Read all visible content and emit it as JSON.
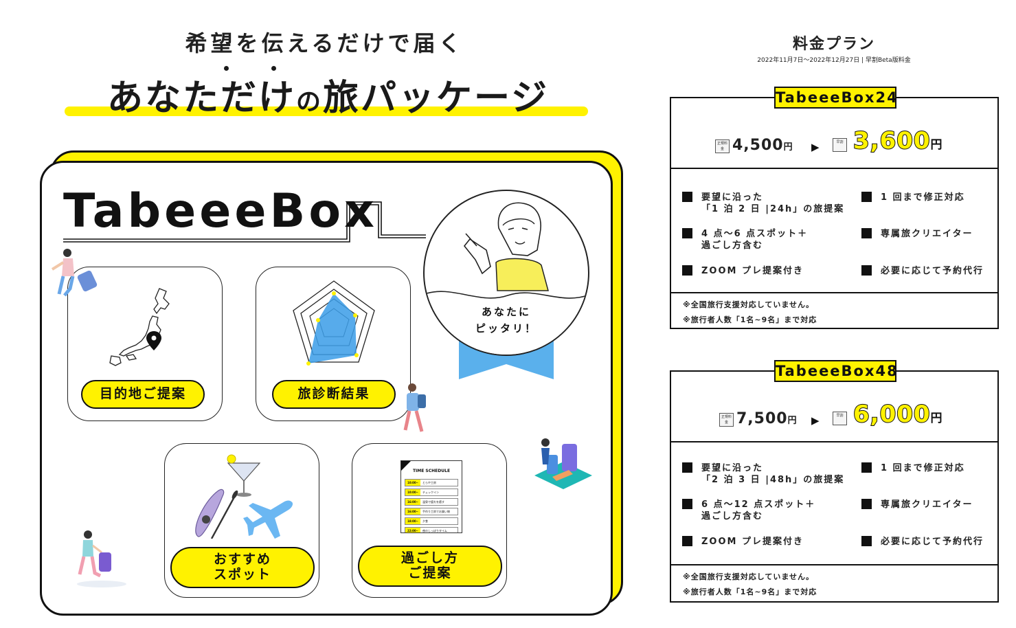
{
  "hero": {
    "subtitle": "希望を伝えるだけで届く",
    "title_part1": "あなただけ",
    "title_particle": "の",
    "title_part2": "旅パッケージ"
  },
  "box": {
    "brand": "TabeeeBox",
    "cards": {
      "destination": "目的地ご提案",
      "diagnosis": "旅診断結果",
      "spots": [
        "おすすめ",
        "スポット"
      ],
      "schedule": [
        "過ごし方",
        "ご提案"
      ]
    },
    "badge": [
      "あなたに",
      "ピッタリ！"
    ],
    "schedule_doc": {
      "heading": "TIME SCHEDULE",
      "rows": [
        {
          "time": "10:00~",
          "text": "とらや工房"
        },
        {
          "time": "10:00~",
          "text": "チェックイン"
        },
        {
          "time": "16:00~",
          "text": "温泉で疲れを癒す"
        },
        {
          "time": "16:00~",
          "text": "手作り工房でお買い物"
        },
        {
          "time": "18:00~",
          "text": "夕食"
        },
        {
          "time": "22:00~",
          "text": "夜のしっぽりタイム"
        }
      ]
    }
  },
  "pricing": {
    "title": "料金プラン",
    "period": "2022年11月7日〜2022年12月27日 | 早割Beta版料金",
    "regular_tag": "正規料金",
    "early_tag": "早割",
    "yen": "円",
    "plans": [
      {
        "name": "TabeeeBox24",
        "regular_price": "4,500",
        "early_price": "3,600",
        "features_left": [
          [
            "要望に沿った",
            "「1 泊 2 日 |24h」の旅提案"
          ],
          [
            "4 点〜6 点スポット＋",
            "過ごし方含む"
          ],
          [
            "ZOOM プレ提案付き"
          ]
        ],
        "features_right": [
          "1 回まで修正対応",
          "専属旅クリエイター",
          "必要に応じて予約代行"
        ],
        "notes": [
          "※全国旅行支援対応していません。",
          "※旅行者人数「1名~9名」まで対応"
        ]
      },
      {
        "name": "TabeeeBox48",
        "regular_price": "7,500",
        "early_price": "6,000",
        "features_left": [
          [
            "要望に沿った",
            "「2 泊 3 日 |48h」の旅提案"
          ],
          [
            "6 点〜12 点スポット＋",
            "過ごし方含む"
          ],
          [
            "ZOOM プレ提案付き"
          ]
        ],
        "features_right": [
          "1 回まで修正対応",
          "専属旅クリエイター",
          "必要に応じて予約代行"
        ],
        "notes": [
          "※全国旅行支援対応していません。",
          "※旅行者人数「1名~9名」まで対応"
        ]
      }
    ]
  },
  "colors": {
    "accent": "#fff200",
    "ink": "#111111",
    "ribbon": "#5ab0ec",
    "radar_fill": "#3a9ce8"
  }
}
